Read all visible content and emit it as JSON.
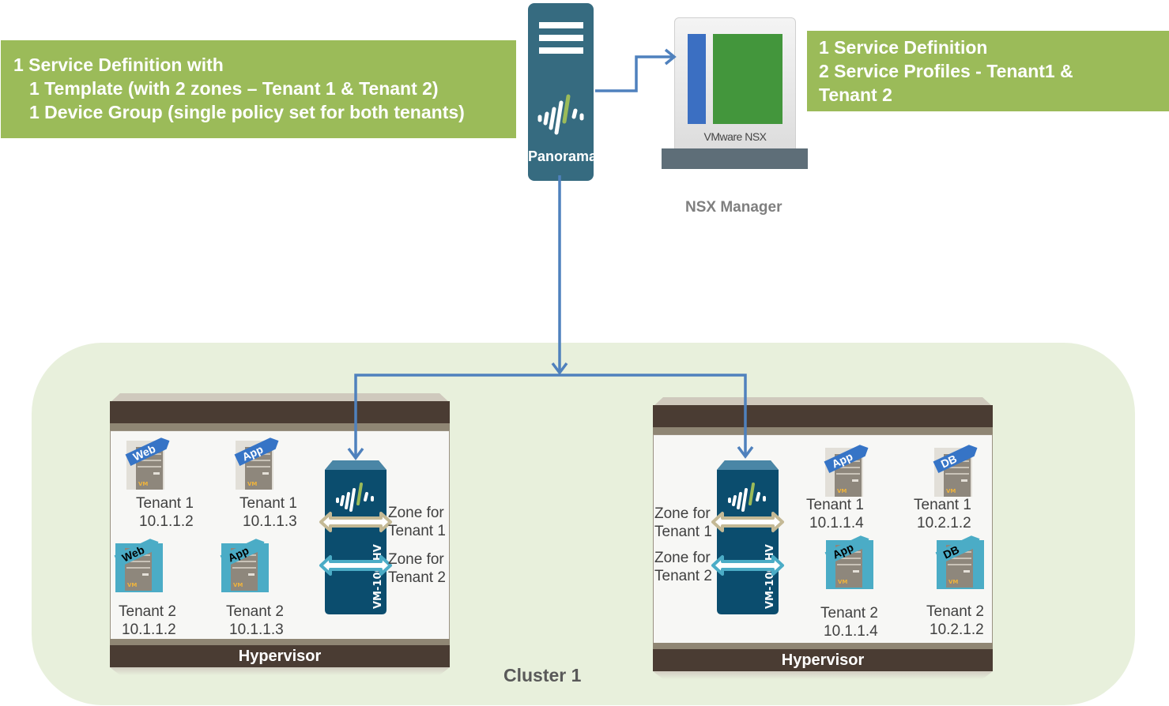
{
  "left_note": {
    "lines": [
      "1 Service Definition with",
      "1 Template (with 2 zones – Tenant 1 & Tenant 2)",
      "1 Device Group (single policy set for both tenants)"
    ]
  },
  "right_note": {
    "lines": [
      "1 Service Definition",
      "2 Service Profiles - Tenant1 &",
      "Tenant 2"
    ]
  },
  "panorama": {
    "label": "Panorama",
    "icon": "palo-alto-logo-icon"
  },
  "nsx": {
    "screen_label": "VMware NSX",
    "caption": "NSX Manager"
  },
  "cluster": {
    "label": "Cluster 1"
  },
  "hosts": [
    {
      "hypervisor_label": "Hypervisor",
      "firewall": {
        "label": "VM-100-HV"
      },
      "zones": [
        "Zone for Tenant 1",
        "Zone for Tenant 2"
      ],
      "vms": [
        {
          "tag": "Web",
          "tenant": "Tenant 1",
          "ip": "10.1.1.2",
          "color": "#3674c6"
        },
        {
          "tag": "App",
          "tenant": "Tenant 1",
          "ip": "10.1.1.3",
          "color": "#3674c6"
        },
        {
          "tag": "Web",
          "tenant": "Tenant 2",
          "ip": "10.1.1.2",
          "color": "#4bacc6"
        },
        {
          "tag": "App",
          "tenant": "Tenant 2",
          "ip": "10.1.1.3",
          "color": "#4bacc6"
        }
      ]
    },
    {
      "hypervisor_label": "Hypervisor",
      "firewall": {
        "label": "VM-100-HV"
      },
      "zones": [
        "Zone for Tenant 1",
        "Zone for Tenant 2"
      ],
      "vms": [
        {
          "tag": "App",
          "tenant": "Tenant 1",
          "ip": "10.1.1.4",
          "color": "#3674c6"
        },
        {
          "tag": "DB",
          "tenant": "Tenant 1",
          "ip": "10.2.1.2",
          "color": "#3674c6"
        },
        {
          "tag": "App",
          "tenant": "Tenant 2",
          "ip": "10.1.1.4",
          "color": "#4bacc6"
        },
        {
          "tag": "DB",
          "tenant": "Tenant 2",
          "ip": "10.2.1.2",
          "color": "#4bacc6"
        }
      ]
    }
  ],
  "colors": {
    "note_green": "#9bbb59",
    "panorama_teal": "#366b80",
    "connector_blue": "#4f81bd",
    "firewall_navy": "#0b4d6e",
    "tenant1_zone": "#c4b995",
    "tenant2_zone": "#4bacc6"
  }
}
